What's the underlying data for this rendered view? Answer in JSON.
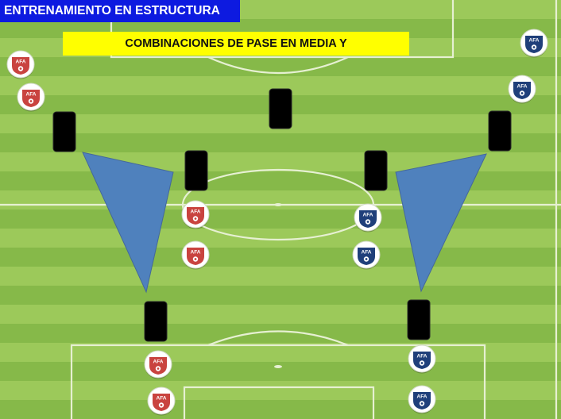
{
  "header": {
    "title": "ENTRENAMIENTO  EN ESTRUCTURA"
  },
  "subtitle": {
    "text": "COMBINACIONES  DE PASE EN  MEDIA Y"
  },
  "colors": {
    "pitch_light": "#9cc95a",
    "pitch_dark": "#86b949",
    "lines": "#e6f0d2",
    "title_bg": "#0d1ae0",
    "title_text": "#ffffff",
    "subtitle_bg": "#ffff00",
    "marker": "#000000",
    "triangle": "#4f81bd",
    "red_badge": "#c9433f",
    "blue_badge": "#1f3f7a"
  },
  "badges": {
    "letters": "AFA",
    "icon_names": {
      "red": "afa-crest-red-icon",
      "blue": "afa-crest-blue-icon"
    }
  }
}
